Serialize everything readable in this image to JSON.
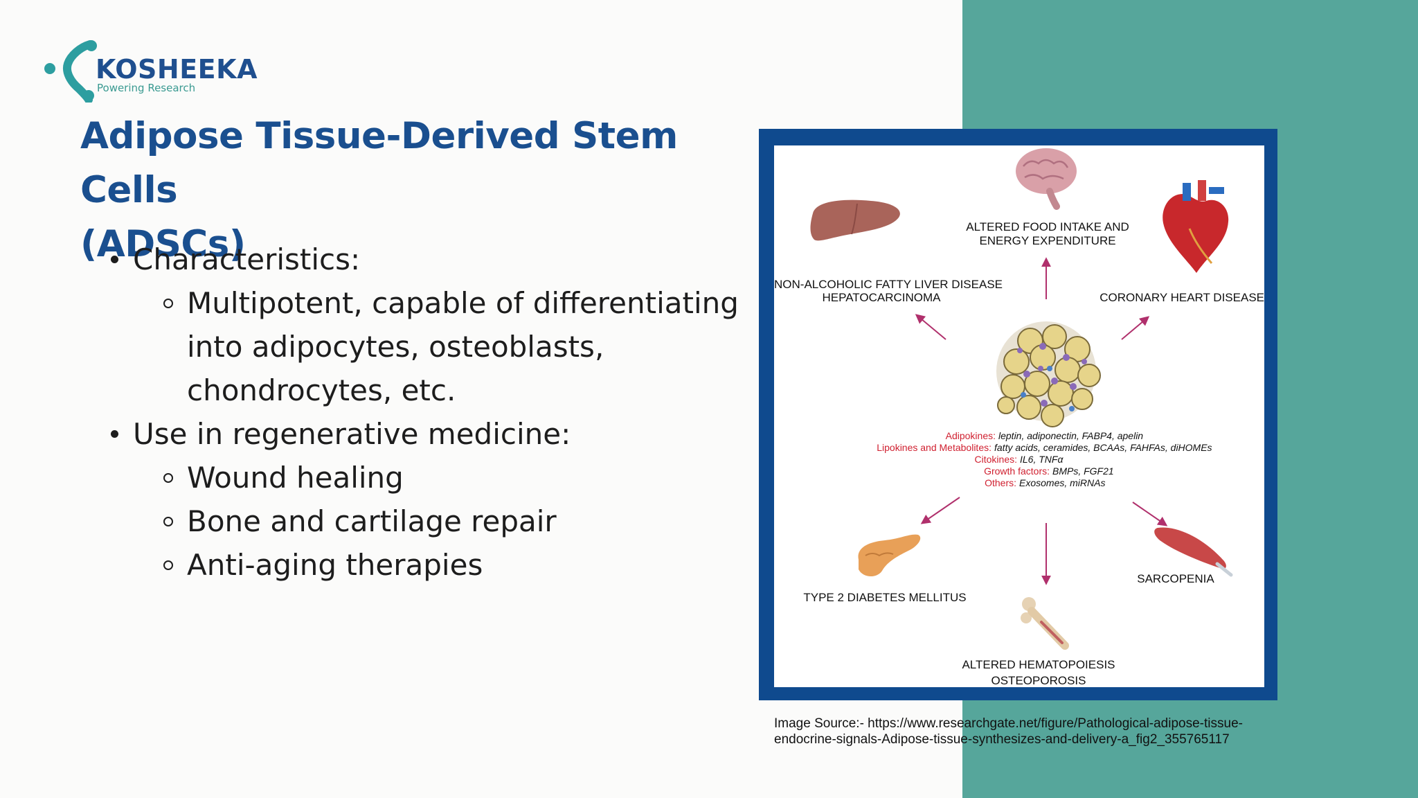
{
  "brand": {
    "name": "KOSHEEKA",
    "tagline": "Powering Research",
    "primary_color": "#1f4f8f",
    "accent_color": "#3a9a91"
  },
  "slide": {
    "title_lines": [
      "Adipose Tissue-Derived Stem Cells",
      "(ADSCs)"
    ],
    "bullets": [
      {
        "text": "Characteristics:",
        "sub": [
          "Multipotent, capable of differentiating",
          "into adipocytes, osteoblasts,",
          "chondrocytes, etc."
        ]
      },
      {
        "text": "Use in regenerative medicine:",
        "sub": [
          "Wound healing",
          "Bone and cartilage repair",
          "Anti-aging therapies"
        ]
      }
    ],
    "panel_color": "#56a69b"
  },
  "figure": {
    "labels": {
      "food_1": "ALTERED FOOD INTAKE AND",
      "food_2": "ENERGY EXPENDITURE",
      "liver_1": "NON-ALCOHOLIC FATTY LIVER DISEASE",
      "liver_2": "HEPATOCARCINOMA",
      "heart": "CORONARY HEART DISEASE",
      "diabetes": "TYPE 2 DIABETES MELLITUS",
      "sarcopenia": "SARCOPENIA",
      "bone_1": "ALTERED HEMATOPOIESIS",
      "bone_2": "OSTEOPOROSIS"
    },
    "mediators": [
      {
        "key": "Adipokines:",
        "value": "leptin, adiponectin, FABP4, apelin"
      },
      {
        "key": "Lipokines and Metabolites:",
        "value": "fatty acids, ceramides, BCAAs, FAHFAs, diHOMEs"
      },
      {
        "key": "Citokines:",
        "value": "IL6, TNFα"
      },
      {
        "key": "Growth factors:",
        "value": "BMPs, FGF21"
      },
      {
        "key": "Others:",
        "value": "Exosomes, miRNAs"
      }
    ],
    "icons": [
      "brain-icon",
      "liver-icon",
      "heart-icon",
      "adipose-tissue-icon",
      "pancreas-icon",
      "muscle-icon",
      "bone-icon"
    ]
  },
  "source": {
    "line1": "Image Source:- https://www.researchgate.net/figure/Pathological-adipose-tissue-",
    "line2": "endocrine-signals-Adipose-tissue-synthesizes-and-delivery-a_fig2_355765117"
  }
}
